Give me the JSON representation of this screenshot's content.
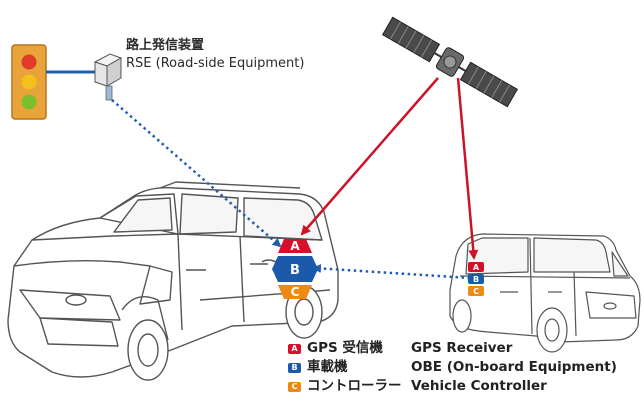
{
  "rse": {
    "label_jp": "路上発信装置",
    "label_en": "RSE (Road-side Equipment)"
  },
  "badges": {
    "a": "A",
    "b": "B",
    "c": "C"
  },
  "legend": [
    {
      "badge": "A",
      "jp": "GPS 受信機",
      "en": "GPS Receiver",
      "color": "#d5102a"
    },
    {
      "badge": "B",
      "jp": "車載機",
      "en": "OBE (On-board Equipment)",
      "color": "#1b59ab"
    },
    {
      "badge": "C",
      "jp": "コントローラー",
      "en": "Vehicle Controller",
      "color": "#ee8a13"
    }
  ],
  "colors": {
    "gps_signal": "#cc1428",
    "comm_link": "#1f5fae",
    "badge_a": "#d5102a",
    "badge_b": "#1b59ab",
    "badge_c": "#ee8a13",
    "traffic_light_body": "#e8a33a"
  },
  "icons": [
    "satellite-icon",
    "traffic-light-icon",
    "rse-device-icon",
    "suv-icon"
  ]
}
